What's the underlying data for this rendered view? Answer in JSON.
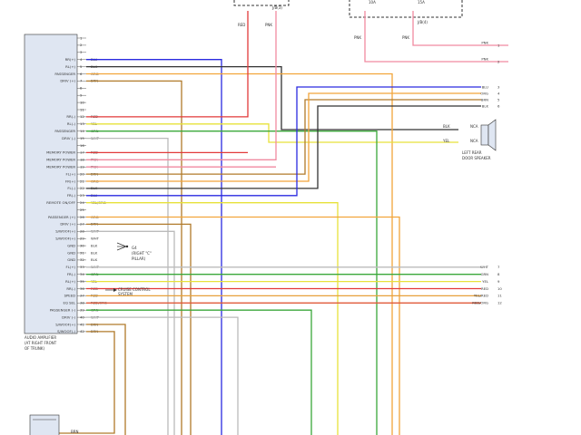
{
  "amplifier": {
    "caption": [
      "AUDIO AMPLIFIER",
      "(AT RIGHT FRONT",
      "OF TRUNK)"
    ],
    "pins": [
      {
        "n": "1",
        "label": "",
        "wire": "",
        "color": ""
      },
      {
        "n": "2",
        "label": "",
        "wire": "",
        "color": ""
      },
      {
        "n": "3",
        "label": "",
        "wire": "",
        "color": ""
      },
      {
        "n": "4",
        "label": "RR(+)",
        "wire": "BLU",
        "color": "#2a2ae0"
      },
      {
        "n": "5",
        "label": "RL(+)",
        "wire": "BLK",
        "color": "#333333"
      },
      {
        "n": "6",
        "label": "PASSENGER",
        "wire": "ORG",
        "color": "#f2a53a"
      },
      {
        "n": "7",
        "label": "DRIV (+)",
        "wire": "BRN",
        "color": "#b07a2a"
      },
      {
        "n": "8",
        "label": "",
        "wire": "",
        "color": ""
      },
      {
        "n": "9",
        "label": "",
        "wire": "",
        "color": ""
      },
      {
        "n": "10",
        "label": "",
        "wire": "",
        "color": ""
      },
      {
        "n": "11",
        "label": "",
        "wire": "",
        "color": ""
      },
      {
        "n": "12",
        "label": "RR(-)",
        "wire": "RED",
        "color": "#e23a3a"
      },
      {
        "n": "13",
        "label": "RL(-)",
        "wire": "YEL",
        "color": "#e7e23a"
      },
      {
        "n": "14",
        "label": "PASSENGER",
        "wire": "GRN",
        "color": "#3aa83a"
      },
      {
        "n": "15",
        "label": "DRIV (-)",
        "wire": "WHT",
        "color": "#bbbbbb"
      },
      {
        "n": "16",
        "label": "",
        "wire": "",
        "color": ""
      },
      {
        "n": "17",
        "label": "MEMORY POWER",
        "wire": "RED",
        "color": "#e23a3a"
      },
      {
        "n": "18",
        "label": "MEMORY POWER",
        "wire": "PNK",
        "color": "#f08aa0"
      },
      {
        "n": "19",
        "label": "MEMORY POWER",
        "wire": "PNK",
        "color": "#f08aa0"
      },
      {
        "n": "20",
        "label": "FL(+)",
        "wire": "BRN",
        "color": "#b07a2a"
      },
      {
        "n": "21",
        "label": "FR(+)",
        "wire": "ORG",
        "color": "#f2a53a"
      },
      {
        "n": "22",
        "label": "FL(-)",
        "wire": "BLK",
        "color": "#333333"
      },
      {
        "n": "23",
        "label": "FR(-)",
        "wire": "BLU",
        "color": "#2a2ae0"
      },
      {
        "n": "24",
        "label": "REMOTE ON/OFF",
        "wire": "YEL/ORG",
        "color": "#e7e23a"
      },
      {
        "n": "25",
        "label": "",
        "wire": "",
        "color": ""
      },
      {
        "n": "26",
        "label": "PASSENGER (+)",
        "wire": "ORG",
        "color": "#f2a53a"
      },
      {
        "n": "27",
        "label": "DRIV (+)",
        "wire": "BRN",
        "color": "#b07a2a"
      },
      {
        "n": "28",
        "label": "S/WOOF(+)",
        "wire": "WHT",
        "color": "#bbbbbb"
      },
      {
        "n": "29",
        "label": "S/WOOF(+)",
        "wire": "WHT",
        "color": "#bbbbbb"
      },
      {
        "n": "30",
        "label": "GND",
        "wire": "BLK",
        "color": "#333333"
      },
      {
        "n": "31",
        "label": "GND",
        "wire": "BLK",
        "color": "#333333"
      },
      {
        "n": "32",
        "label": "GND",
        "wire": "BLK",
        "color": "#333333"
      },
      {
        "n": "33",
        "label": "FL(+)",
        "wire": "WHT",
        "color": "#bbbbbb"
      },
      {
        "n": "34",
        "label": "FR(-)",
        "wire": "GRN",
        "color": "#3aa83a"
      },
      {
        "n": "35",
        "label": "RL(+)",
        "wire": "YEL",
        "color": "#e7e23a"
      },
      {
        "n": "36",
        "label": "RR(-)",
        "wire": "RED",
        "color": "#e23a3a"
      },
      {
        "n": "37",
        "label": "SPEED",
        "wire": "RED",
        "color": "#e23a3a"
      },
      {
        "n": "38",
        "label": "EQ SEL",
        "wire": "RED/ORG",
        "color": "#e23a3a"
      },
      {
        "n": "39",
        "label": "PASSENGER (-)",
        "wire": "GRN",
        "color": "#3aa83a"
      },
      {
        "n": "40",
        "label": "DRIV (-)",
        "wire": "WHT",
        "color": "#bbbbbb"
      },
      {
        "n": "41",
        "label": "S/WOOF(+)",
        "wire": "BRN",
        "color": "#b07a2a"
      },
      {
        "n": "42",
        "label": "S/WOOF(-)",
        "wire": "BRN",
        "color": "#b07a2a"
      }
    ]
  },
  "gnd_caption": [
    "G4",
    "(RIGHT \"C\"",
    "PILLAR)"
  ],
  "cruise_caption": [
    "CRUISE CONTROL",
    "SYSTEM"
  ],
  "right_outputs": [
    {
      "wire": "WHT",
      "num": "7",
      "color": "#bbbbbb"
    },
    {
      "wire": "GRN",
      "num": "8",
      "color": "#3aa83a"
    },
    {
      "wire": "YEL",
      "num": "9",
      "color": "#e7e23a"
    },
    {
      "wire": "RED",
      "num": "10",
      "color": "#e23a3a"
    },
    {
      "wire": "YEL/RED",
      "num": "11",
      "color": "#e7a03a"
    },
    {
      "wire": "RED/ORG",
      "num": "12",
      "color": "#e05a3a"
    }
  ],
  "upper_right": [
    {
      "wire": "BLU",
      "num": "3",
      "color": "#2a2ae0"
    },
    {
      "wire": "ORG",
      "num": "4",
      "color": "#f2a53a"
    },
    {
      "wire": "BRN",
      "num": "5",
      "color": "#b07a2a"
    },
    {
      "wire": "BLK",
      "num": "6",
      "color": "#333333"
    }
  ],
  "pnk_outputs": [
    {
      "wire": "PNK",
      "num": "1"
    },
    {
      "wire": "PNK",
      "num": "2"
    }
  ],
  "speaker": {
    "caption": [
      "LEFT REAR",
      "DOOR SPEAKER"
    ],
    "wires": [
      "BLK",
      "YEL"
    ],
    "tag": "NCA"
  },
  "top_labels": {
    "red": "RED",
    "pnk": "PNK",
    "pnk2": "PNK",
    "pnk3": "PNK",
    "fuse_a": "10A",
    "fuse_b": "15A",
    "jbox": "J/B(3)",
    "jbox2": "J/B(4)"
  },
  "bottom_wire": "BRN"
}
